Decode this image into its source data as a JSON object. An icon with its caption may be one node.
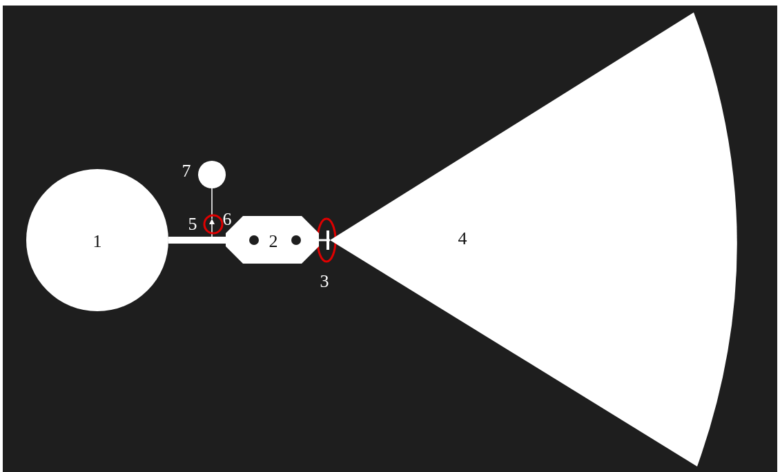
{
  "diagram": {
    "nodes": [
      {
        "text": [
          "1"
        ]
      },
      {
        "text": [
          "2"
        ]
      },
      {
        "text": [
          "4"
        ]
      },
      {
        "text": [],
        "shape": "circle",
        "beside": [
          "7"
        ]
      },
      {
        "text": [],
        "shape": "triangle"
      }
    ],
    "edges": [
      {
        "from": 0,
        "to": 1,
        "arrow": "none",
        "style": "thick"
      },
      {
        "from": 1,
        "to": 2,
        "arrow": "none"
      },
      {
        "from": 1,
        "to": 4,
        "arrow": "none"
      },
      {
        "from": 4,
        "to": 3,
        "arrow": "none"
      }
    ],
    "labels": [
      "5",
      "6",
      "3"
    ]
  }
}
